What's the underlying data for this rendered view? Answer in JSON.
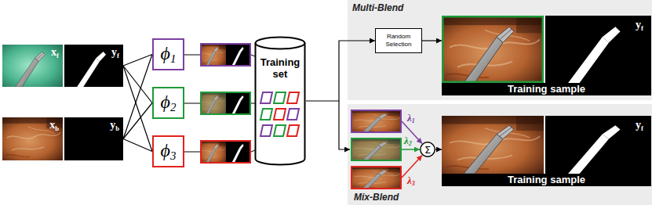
{
  "diagram": {
    "nodes": [
      {
        "text": [
          "x",
          "f"
        ]
      },
      {
        "text": [
          "y",
          "f"
        ]
      },
      {
        "text": [
          "x",
          "b"
        ]
      },
      {
        "text": [
          "y",
          "b"
        ]
      },
      {
        "text": [
          "ϕ",
          "1"
        ]
      },
      {
        "text": [
          "ϕ",
          "2"
        ]
      },
      {
        "text": [
          "ϕ",
          "3"
        ]
      },
      {
        "text": [
          "Training set"
        ]
      },
      {
        "text": [
          "Multi-Blend"
        ]
      },
      {
        "text": [
          "Random Selection"
        ],
        "in": 8
      },
      {
        "text": [
          "y",
          "f",
          "Training sample"
        ],
        "in": 8
      },
      {
        "text": [
          "Mix-Blend"
        ]
      },
      {
        "text": [
          "Σ"
        ],
        "in": 11
      },
      {
        "text": [
          "y",
          "f",
          "Training sample"
        ],
        "in": 11
      }
    ],
    "edges": [
      {
        "from": 1,
        "to": 4,
        "arrow": "none"
      },
      {
        "from": 1,
        "to": 5,
        "arrow": "none"
      },
      {
        "from": 1,
        "to": 6,
        "arrow": "none"
      },
      {
        "from": 3,
        "to": 4,
        "arrow": "none"
      },
      {
        "from": 3,
        "to": 5,
        "arrow": "none"
      },
      {
        "from": 3,
        "to": 6,
        "arrow": "none"
      },
      {
        "from": 7,
        "to": 9,
        "arrow": "to"
      },
      {
        "from": 9,
        "to": 10,
        "arrow": "to"
      },
      {
        "from": 12,
        "to": 13,
        "arrow": "to"
      }
    ],
    "labels": [
      "λ",
      "1",
      "λ",
      "2",
      "λ",
      "3"
    ]
  }
}
